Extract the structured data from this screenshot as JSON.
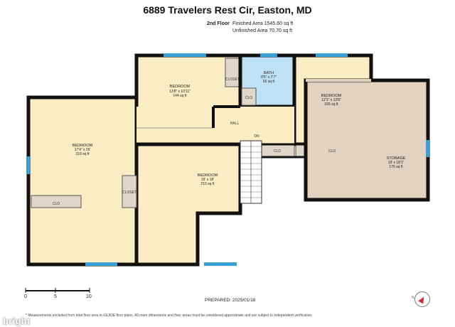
{
  "title": "6889 Travelers Rest Cir, Easton, MD",
  "floor": {
    "label": "2nd Floor",
    "finished_area": "Finished Area 1545.60 sq ft",
    "unfinished_area": "Unfinished Area 70.70 sq ft"
  },
  "rooms": {
    "bedroom_left": {
      "name": "BEDROOM",
      "dims": "17'4\" x 26'",
      "area": "319 sq ft"
    },
    "bedroom_top": {
      "name": "BEDROOM",
      "dims": "13'8\" x 10'11\"",
      "area": "144 sq ft"
    },
    "bath": {
      "name": "BATH",
      "dims": "8'5\" x 7'7\"",
      "area": "56 sq ft"
    },
    "bedroom_right": {
      "name": "BEDROOM",
      "dims": "12'1\" x 13'8\"",
      "area": "165 sq ft"
    },
    "bedroom_center": {
      "name": "BEDROOM",
      "dims": "16' x 18'",
      "area": "210 sq ft"
    },
    "storage": {
      "name": "STORAGE",
      "dims": "19' x 18'1\"",
      "area": "176 sq ft"
    }
  },
  "labels": {
    "hall": "HALL",
    "dn": "DN",
    "clo_left": "CLO",
    "clo_bath": "CLO",
    "clo_hall": "CLO",
    "clo_right": "CLO",
    "closet_center": "CLOSET",
    "closet_top": "CLOSET"
  },
  "scale": {
    "zero": "0",
    "five": "5",
    "ten": "10"
  },
  "prepared": "PREPARED: 2025/01/18",
  "disclaimer": "* Measurements excluded from total floor area in iGUIDE floor plans. All room dimensions and floor areas must be considered approximate and are subject to independent verification.",
  "compass_letter": "N",
  "watermark": "bright",
  "colors": {
    "wall": "#111111",
    "bedroom_fill": "#faedc4",
    "bath_fill": "#bfe1f5",
    "storage_fill": "#e2d2bf",
    "window": "#3aa0d8",
    "closet_fill": "#e0d7cb"
  }
}
